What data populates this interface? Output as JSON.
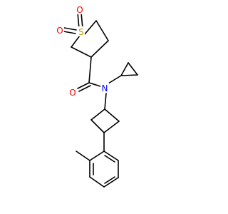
{
  "molecule": {
    "atoms": {
      "s1": {
        "label": "S",
        "color": "#b8a000"
      },
      "o1": {
        "label": "O",
        "color": "#ff0000"
      },
      "o2": {
        "label": "O",
        "color": "#ff0000"
      },
      "o3": {
        "label": "O",
        "color": "#ff0000"
      },
      "n1": {
        "label": "N",
        "color": "#0000ff"
      }
    },
    "bond_color": "#000000"
  }
}
